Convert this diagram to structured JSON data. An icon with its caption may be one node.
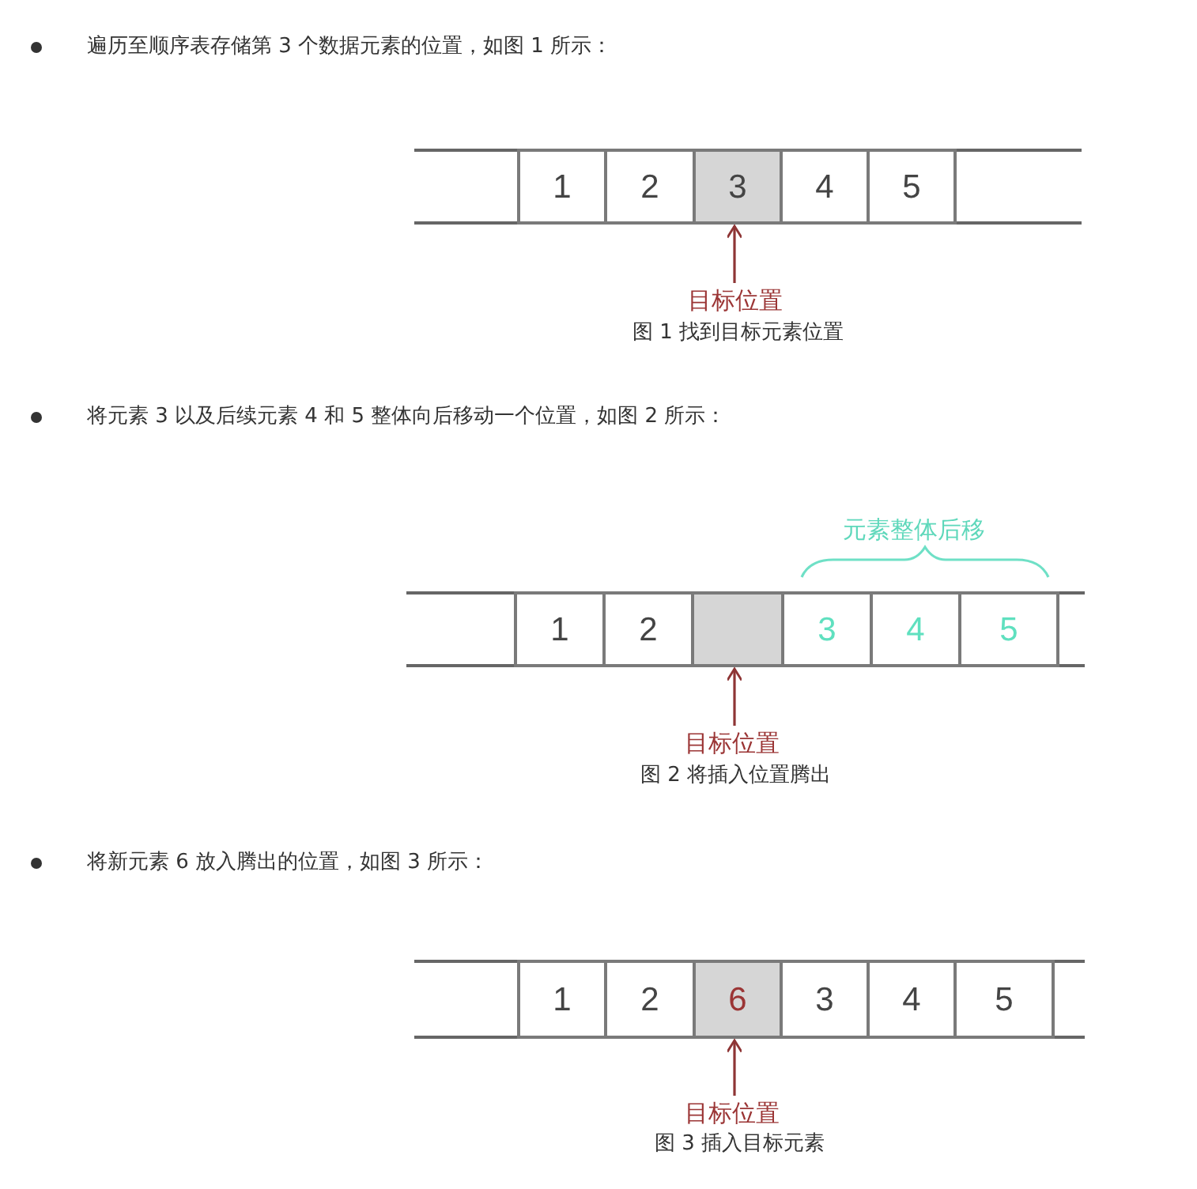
{
  "diagram": {
    "nodes": [
      {
        "text": [
          "1"
        ]
      },
      {
        "text": [
          "2"
        ]
      },
      {
        "text": [
          "3"
        ]
      },
      {
        "text": [
          "4"
        ]
      },
      {
        "text": [
          "5"
        ]
      },
      {
        "text": [
          "目标位置"
        ]
      },
      {
        "text": [
          "1"
        ]
      },
      {
        "text": [
          "2"
        ]
      },
      {
        "text": [],
        "shape": "box"
      },
      {
        "text": [
          "3"
        ]
      },
      {
        "text": [
          "4"
        ]
      },
      {
        "text": [
          "5"
        ]
      },
      {
        "text": [
          "目标位置"
        ]
      },
      {
        "text": [
          "1"
        ]
      },
      {
        "text": [
          "2"
        ]
      },
      {
        "text": [
          "6"
        ]
      },
      {
        "text": [
          "3"
        ]
      },
      {
        "text": [
          "4"
        ]
      },
      {
        "text": [
          "5"
        ]
      },
      {
        "text": [
          "目标位置"
        ]
      }
    ],
    "edges": [
      {
        "from": 5,
        "to": 2,
        "arrow": "to"
      },
      {
        "from": 12,
        "to": 8,
        "arrow": "to"
      },
      {
        "from": 19,
        "to": 15,
        "arrow": "to"
      }
    ],
    "labels": [
      "遍历至顺序表存储第 3 个数据元素的位置，如图 1 所示：",
      "图 1 找到目标元素位置",
      "将元素 3 以及后续元素 4 和 5 整体向后移动一个位置，如图 2 所示：",
      "元素整体后移",
      "图 2 将插入位置腾出",
      "将新元素 6 放入腾出的位置，如图 3 所示：",
      "图 3 插入目标元素"
    ]
  }
}
